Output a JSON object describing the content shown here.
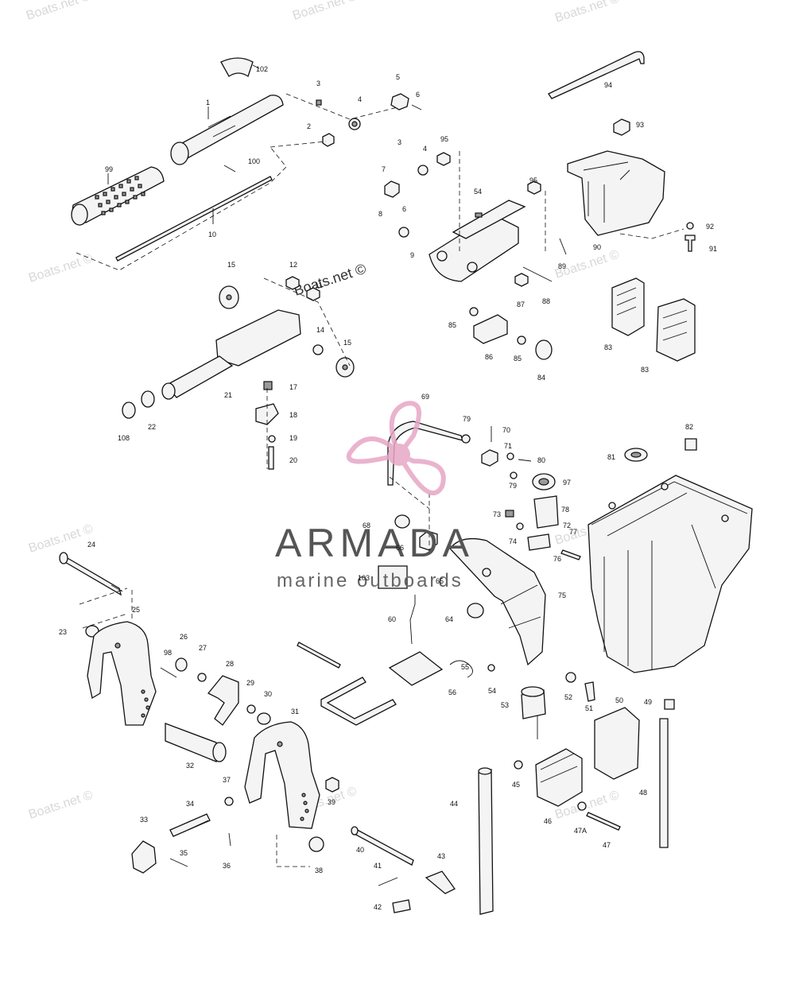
{
  "watermark": {
    "text": "Boats.net ©",
    "brand": "ARMADA",
    "tagline": "marine outboards",
    "accent_color": "#e7a6c6"
  },
  "labels": [
    "102",
    "1",
    "3",
    "5",
    "6",
    "4",
    "2",
    "99",
    "100",
    "10",
    "3",
    "4",
    "95",
    "7",
    "6",
    "94",
    "93",
    "8",
    "54",
    "95",
    "9",
    "92",
    "91",
    "90",
    "89",
    "88",
    "87",
    "12",
    "15",
    "11",
    "14",
    "15",
    "21",
    "22",
    "108",
    "17",
    "18",
    "19",
    "20",
    "85",
    "86",
    "85",
    "84",
    "83",
    "83",
    "69",
    "79",
    "70",
    "71",
    "80",
    "79",
    "97",
    "82",
    "81",
    "78",
    "77",
    "73",
    "72",
    "74",
    "76",
    "68",
    "65",
    "66",
    "103",
    "60",
    "64",
    "75",
    "55",
    "56",
    "54",
    "52",
    "51",
    "53",
    "24",
    "25",
    "23",
    "98",
    "26",
    "27",
    "28",
    "29",
    "30",
    "31",
    "32",
    "37",
    "34",
    "36",
    "33",
    "35",
    "39",
    "38",
    "40",
    "41",
    "42",
    "43",
    "44",
    "45",
    "46",
    "47A",
    "47",
    "50",
    "49",
    "48"
  ]
}
